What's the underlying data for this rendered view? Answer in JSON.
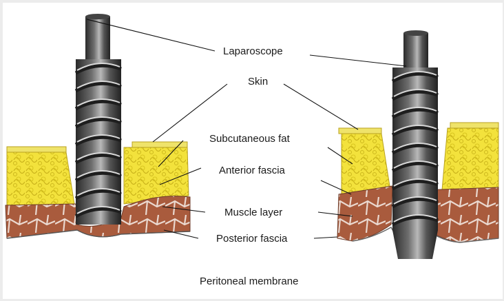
{
  "labels": {
    "laparoscope": "Laparoscope",
    "skin": "Skin",
    "subcutaneous_fat": "Subcutaneous fat",
    "anterior_fascia": "Anterior fascia",
    "muscle_layer": "Muscle layer",
    "posterior_fascia": "Posterior fascia",
    "peritoneal_membrane": "Peritoneal membrane"
  },
  "colors": {
    "background": "#ffffff",
    "frame": "#ececec",
    "fat": "#f2e23a",
    "fat_outline": "#b09a10",
    "muscle": "#a65a3c",
    "muscle_outline": "#e8d6cc",
    "scope_dark": "#2e2e2e",
    "scope_light": "#9a9a9a",
    "leader_line": "#111111"
  },
  "icons": {
    "left_instrument": "laparoscope-trocar-icon",
    "right_instrument": "laparoscope-trocar-icon"
  }
}
